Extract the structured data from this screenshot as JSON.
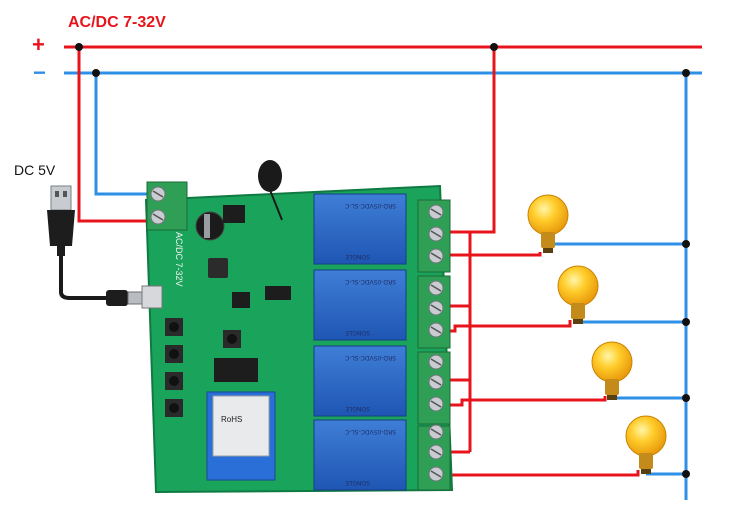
{
  "supply": {
    "label": "AC/DC 7-32V",
    "plus_symbol": "+",
    "minus_symbol": "−",
    "positive_wire_color": "#e8141b",
    "negative_wire_color": "#2e8fe6"
  },
  "usb": {
    "label": "DC 5V"
  },
  "board": {
    "input_silkscreen": "AC/DC 7-32V",
    "color": "#1aa35a",
    "relays": [
      {
        "label": "SRD-05VDC-SL-C",
        "brand": "SONGLE"
      },
      {
        "label": "SRD-05VDC-SL-C",
        "brand": "SONGLE"
      },
      {
        "label": "SRD-05VDC-SL-C",
        "brand": "SONGLE"
      },
      {
        "label": "SRD-05VDC-SL-C",
        "brand": "SONGLE"
      }
    ],
    "wifi_module": {
      "text": "RoHS"
    }
  },
  "lamps": [
    {
      "icon": "light-bulb-icon"
    },
    {
      "icon": "light-bulb-icon"
    },
    {
      "icon": "light-bulb-icon"
    },
    {
      "icon": "light-bulb-icon"
    }
  ]
}
